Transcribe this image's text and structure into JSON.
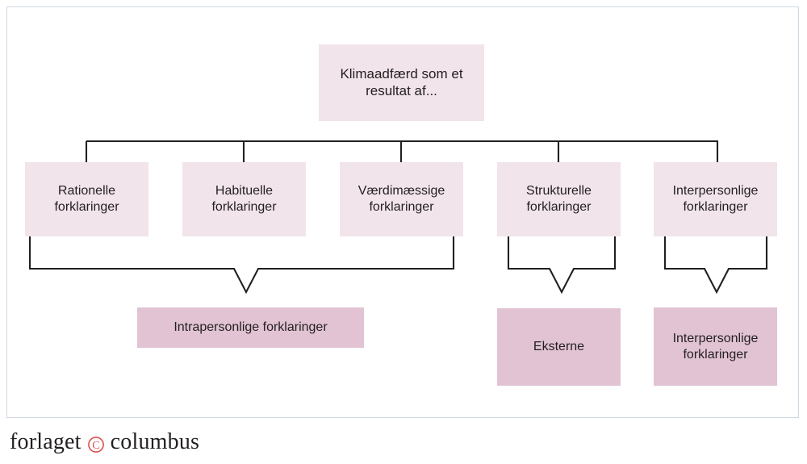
{
  "figure": {
    "type": "hierarchy-diagram",
    "language": "da",
    "colors": {
      "box_light": "#f1e4ea",
      "box_dark": "#e1c3d3",
      "connector": "#231f20",
      "frame": "#cfd9e2",
      "text": "#231f20",
      "logo_accent": "#d9534f"
    },
    "root": {
      "label": "Klimaadfærd som et\nresultat af..."
    },
    "level2": [
      {
        "label": "Rationelle\nforklaringer"
      },
      {
        "label": "Habituelle\nforklaringer"
      },
      {
        "label": "Værdimæssige\nforklaringer"
      },
      {
        "label": "Strukturelle\nforklaringer"
      },
      {
        "label": "Interpersonlige\nforklaringer"
      }
    ],
    "level3": [
      {
        "label": "Intrapersonlige forklaringer"
      },
      {
        "label": "Eksterne"
      },
      {
        "label": "Interpersonlige\nforklaringer"
      }
    ]
  },
  "footer": {
    "logo_word_1": "forlaget",
    "logo_symbol": "copyright-icon",
    "logo_word_2": "columbus"
  }
}
